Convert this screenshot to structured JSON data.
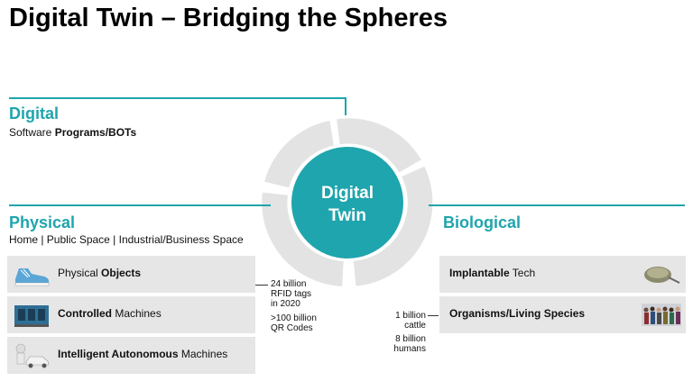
{
  "title": "Digital Twin – Bridging the Spheres",
  "digital": {
    "heading": "Digital",
    "subtitle_plain": "Software ",
    "subtitle_bold": "Programs/BOTs"
  },
  "center": {
    "line1": "Digital",
    "line2": "Twin"
  },
  "physical": {
    "heading": "Physical",
    "subtitle": "Home | Public Space | Industrial/Business Space",
    "items": [
      {
        "plain_pre": "Physical ",
        "bold": "Objects",
        "plain_post": "",
        "icon": "sneaker-icon"
      },
      {
        "plain_pre": "",
        "bold": "Controlled",
        "plain_post": " Machines",
        "icon": "industrial-machine-icon"
      },
      {
        "plain_pre": "",
        "bold": "Intelligent Autonomous",
        "plain_post": " Machines",
        "icon": "robot-car-icon"
      }
    ]
  },
  "physical_stats": {
    "rfid": [
      "24 billion",
      "RFID tags",
      "in 2020"
    ],
    "qr": [
      ">100 billion",
      "QR Codes"
    ]
  },
  "biological": {
    "heading": "Biological",
    "items": [
      {
        "plain_pre": "",
        "bold": "Implantable",
        "plain_post": " Tech",
        "icon": "implant-chip-icon"
      },
      {
        "plain_pre": "",
        "bold": "Organisms/Living Species",
        "plain_post": "",
        "icon": "people-crowd-icon"
      }
    ]
  },
  "bio_stats": {
    "cattle": [
      "1 billion",
      "cattle"
    ],
    "humans": [
      "8 billion",
      "humans"
    ]
  },
  "colors": {
    "accent": "#1fa5ad",
    "ring": "#e3e3e3",
    "row_bg": "#e6e6e6"
  }
}
